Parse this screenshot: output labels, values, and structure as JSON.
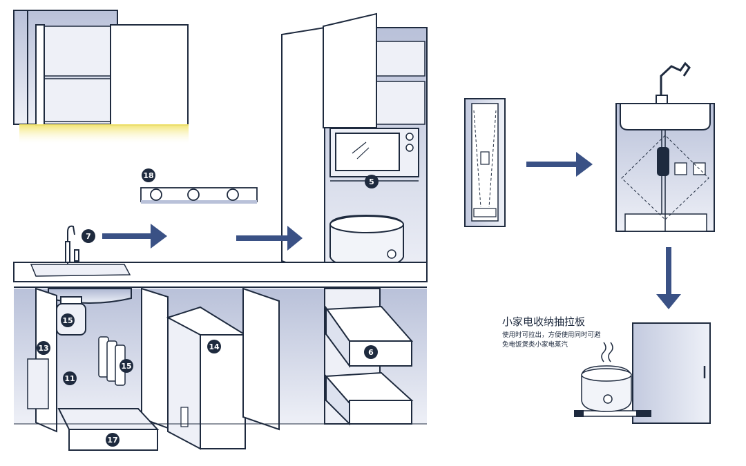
{
  "colors": {
    "line": "#1e2a3e",
    "arrow": "#3a5185",
    "panel_light": "#dde2ef",
    "panel_mid": "#b9c1d9",
    "badge": "#1e2a3e",
    "led": "#f2e46a"
  },
  "callouts": {
    "b18": "18",
    "b7": "7",
    "b5": "5",
    "b15a": "15",
    "b13": "13",
    "b11": "11",
    "b15b": "15",
    "b14": "14",
    "b17": "17",
    "b6": "6"
  },
  "drawer_panel": {
    "title": "小家电收纳抽拉板",
    "desc_line1": "使用时可拉出，方便使用同时可避",
    "desc_line2": "免电饭煲类小家电蒸汽"
  }
}
